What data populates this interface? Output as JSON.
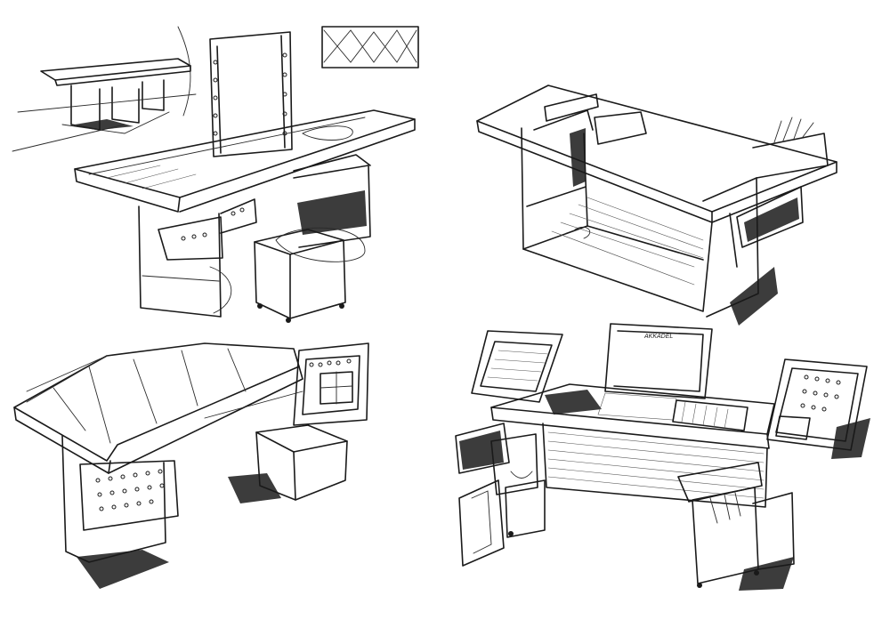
{
  "sheet": {
    "background": "#ffffff",
    "ink_color": "#1a1a1a"
  },
  "sketches": [
    {
      "id": "desk-with-monitor-stand-and-cart"
    },
    {
      "id": "cabinet-desk-with-side-shelves"
    },
    {
      "id": "angled-top-desk-with-rack"
    },
    {
      "id": "console-with-side-racks-and-drawers"
    }
  ],
  "annotations": {
    "stand_label": "AKKADEL"
  }
}
